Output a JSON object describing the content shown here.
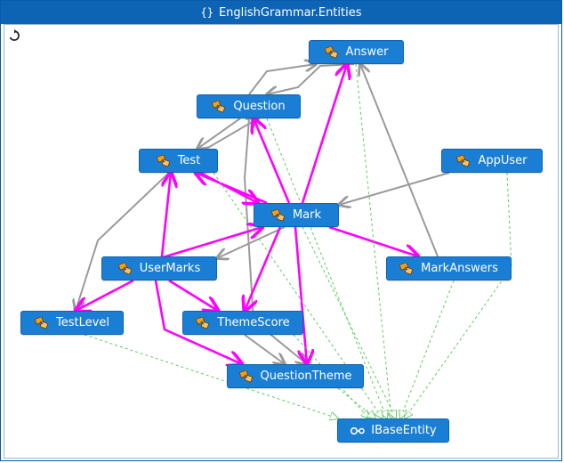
{
  "title": "EnglishGrammar.Entities",
  "icons": {
    "title": "namespace-icon",
    "refresh": "refresh-icon",
    "entity": "class-icon",
    "interface": "interface-icon"
  },
  "colors": {
    "node_fill": "#1a7fd4",
    "association": "#ff00ff",
    "dependency": "#9a9a9a",
    "inheritance": "#5ecb5e"
  },
  "nodes": [
    {
      "id": "Answer",
      "label": "Answer",
      "kind": "class"
    },
    {
      "id": "Question",
      "label": "Question",
      "kind": "class"
    },
    {
      "id": "Test",
      "label": "Test",
      "kind": "class"
    },
    {
      "id": "AppUser",
      "label": "AppUser",
      "kind": "class"
    },
    {
      "id": "Mark",
      "label": "Mark",
      "kind": "class"
    },
    {
      "id": "UserMarks",
      "label": "UserMarks",
      "kind": "class"
    },
    {
      "id": "MarkAnswers",
      "label": "MarkAnswers",
      "kind": "class"
    },
    {
      "id": "TestLevel",
      "label": "TestLevel",
      "kind": "class"
    },
    {
      "id": "ThemeScore",
      "label": "ThemeScore",
      "kind": "class"
    },
    {
      "id": "QuestionTheme",
      "label": "QuestionTheme",
      "kind": "class"
    },
    {
      "id": "IBaseEntity",
      "label": "IBaseEntity",
      "kind": "interface"
    }
  ],
  "edges": [
    {
      "from": "Question",
      "to": "Answer",
      "type": "dependency"
    },
    {
      "from": "Answer",
      "to": "Question",
      "type": "dependency"
    },
    {
      "from": "Question",
      "to": "Test",
      "type": "dependency"
    },
    {
      "from": "Test",
      "to": "Question",
      "type": "dependency"
    },
    {
      "from": "Test",
      "to": "TestLevel",
      "type": "dependency"
    },
    {
      "from": "Question",
      "to": "QuestionTheme",
      "type": "dependency"
    },
    {
      "from": "AppUser",
      "to": "Mark",
      "type": "dependency"
    },
    {
      "from": "MarkAnswers",
      "to": "Answer",
      "type": "dependency"
    },
    {
      "from": "Mark",
      "to": "UserMarks",
      "type": "dependency"
    },
    {
      "from": "ThemeScore",
      "to": "QuestionTheme",
      "type": "dependency"
    },
    {
      "from": "Mark",
      "to": "Answer",
      "type": "association"
    },
    {
      "from": "Mark",
      "to": "Question",
      "type": "association"
    },
    {
      "from": "Mark",
      "to": "Test",
      "type": "association"
    },
    {
      "from": "Test",
      "to": "Mark",
      "type": "association"
    },
    {
      "from": "Mark",
      "to": "MarkAnswers",
      "type": "association"
    },
    {
      "from": "Mark",
      "to": "ThemeScore",
      "type": "association"
    },
    {
      "from": "Mark",
      "to": "QuestionTheme",
      "type": "association"
    },
    {
      "from": "UserMarks",
      "to": "Mark",
      "type": "association"
    },
    {
      "from": "UserMarks",
      "to": "Test",
      "type": "association"
    },
    {
      "from": "UserMarks",
      "to": "TestLevel",
      "type": "association"
    },
    {
      "from": "UserMarks",
      "to": "ThemeScore",
      "type": "association"
    },
    {
      "from": "UserMarks",
      "to": "QuestionTheme",
      "type": "association"
    },
    {
      "from": "Answer",
      "to": "IBaseEntity",
      "type": "inheritance"
    },
    {
      "from": "Question",
      "to": "IBaseEntity",
      "type": "inheritance"
    },
    {
      "from": "Test",
      "to": "IBaseEntity",
      "type": "inheritance"
    },
    {
      "from": "AppUser",
      "to": "IBaseEntity",
      "type": "inheritance"
    },
    {
      "from": "Mark",
      "to": "IBaseEntity",
      "type": "inheritance"
    },
    {
      "from": "MarkAnswers",
      "to": "IBaseEntity",
      "type": "inheritance"
    },
    {
      "from": "TestLevel",
      "to": "IBaseEntity",
      "type": "inheritance"
    },
    {
      "from": "ThemeScore",
      "to": "IBaseEntity",
      "type": "inheritance"
    },
    {
      "from": "QuestionTheme",
      "to": "IBaseEntity",
      "type": "inheritance"
    }
  ]
}
